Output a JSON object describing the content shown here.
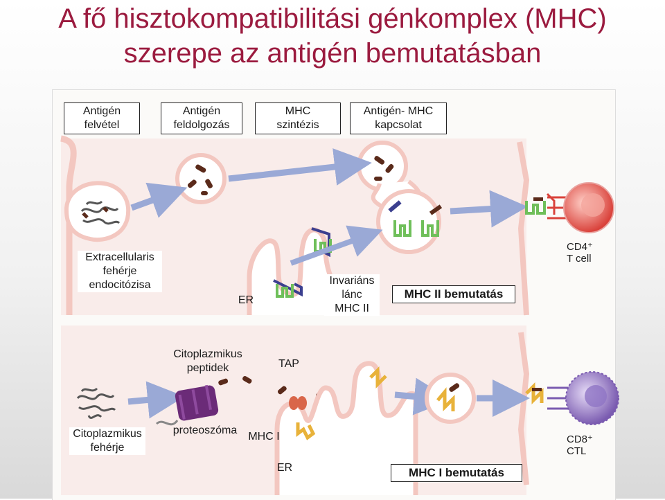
{
  "title": {
    "line1": "A fő hisztokompatibilitási génkomplex (MHC)",
    "line2": "szerepe az antigén bemutatásban"
  },
  "steps": [
    {
      "line1": "Antigén",
      "line2": "felvétel"
    },
    {
      "line1": "Antigén",
      "line2": "feldolgozás"
    },
    {
      "line1": "MHC",
      "line2": "szintézis"
    },
    {
      "line1": "Antigén- MHC",
      "line2": "kapcsolat"
    }
  ],
  "mhc2": {
    "extracellular": {
      "line1": "Extracellularis",
      "line2": "fehérje",
      "line3": "endocitózisa"
    },
    "er_label": "ER",
    "invariant": {
      "line1": "Invariáns",
      "line2": "lánc",
      "line3": "MHC II"
    },
    "presentation_label": "MHC II bemutatás",
    "tcell": {
      "line1": "CD4⁺",
      "line2": "T cell"
    }
  },
  "mhc1": {
    "cyto_peptides": {
      "line1": "Citoplazmikus",
      "line2": "peptidek"
    },
    "tap_label": "TAP",
    "cyto_protein": {
      "line1": "Citoplazmikus",
      "line2": "fehérje"
    },
    "proteasome_label": "proteoszóma",
    "mhc1_label": "MHC I",
    "er_label": "ER",
    "presentation_label": "MHC I bemutatás",
    "ctl": {
      "line1": "CD8⁺",
      "line2": "CTL"
    }
  },
  "colors": {
    "title": "#9b1b3f",
    "membrane_pink": "#f3c7c0",
    "mhc2_green": "#6fbf5a",
    "mhc1_yellow": "#e8b23a",
    "arrow_blue": "#9aa9d6",
    "tcell_red": "#d9413a",
    "ctl_purple": "#7a5bb0",
    "proteasome_purple": "#6b2b78",
    "peptide_brown": "#5a2a1a"
  }
}
